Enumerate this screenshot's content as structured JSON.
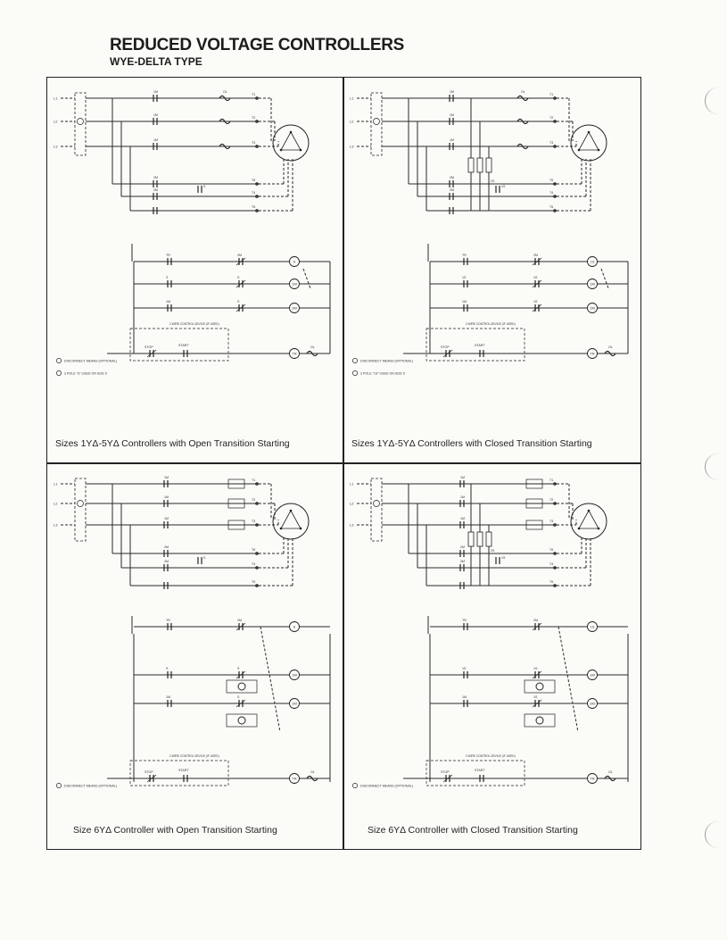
{
  "header": {
    "title": "REDUCED VOLTAGE CONTROLLERS",
    "subtitle": "WYE-DELTA TYPE"
  },
  "panels": [
    {
      "caption": "Sizes 1YΔ-5YΔ Controllers with Open Transition Starting",
      "lines": [
        "L1",
        "L2",
        "L3"
      ],
      "terminals": [
        "T1",
        "T2",
        "T3",
        "T6",
        "T4",
        "T5"
      ],
      "contacts": {
        "main": "1M",
        "delta": "2M",
        "overload": "OL",
        "timer": "TR",
        "start": "S"
      },
      "control": {
        "stop": "STOP",
        "start": "START",
        "wire_device": "2 WIRE CONTROL DEVICE (IF USED)"
      },
      "notes": [
        "DISCONNECT MEANS (OPTIONAL)",
        "3 POLE \"S\" USED ON SIZE 5"
      ]
    },
    {
      "caption": "Sizes 1YΔ-5YΔ Controllers with Closed Transition Starting",
      "lines": [
        "L1",
        "L2",
        "L3"
      ],
      "terminals": [
        "T1",
        "T2",
        "T3",
        "T6",
        "T4",
        "T5"
      ],
      "contacts": {
        "main": "1M",
        "delta": "2M",
        "overload": "OL",
        "timer": "TR",
        "start": "1S",
        "start2": "2S"
      },
      "control": {
        "stop": "STOP",
        "start": "START",
        "wire_device": "2 WIRE CONTROL DEVICE (IF USED)"
      },
      "notes": [
        "DISCONNECT MEANS (OPTIONAL)",
        "3 POLE \"1S\" USED ON SIZE 5"
      ]
    },
    {
      "caption": "Size 6YΔ Controller with Open Transition Starting",
      "lines": [
        "L1",
        "L2",
        "L3"
      ],
      "terminals": [
        "T1",
        "T2",
        "T3",
        "T6",
        "T4",
        "T5"
      ],
      "contacts": {
        "main": "1M",
        "delta": "2M",
        "overload": "OL",
        "timer": "TR",
        "start": "S"
      },
      "control": {
        "stop": "STOP",
        "start": "START",
        "wire_device": "2 WIRE CONTROL DEVICE (IF USED)"
      },
      "notes": [
        "DISCONNECT MEANS (OPTIONAL)"
      ]
    },
    {
      "caption": "Size 6YΔ Controller with Closed Transition Starting",
      "lines": [
        "L1",
        "L2",
        "L3"
      ],
      "terminals": [
        "T1",
        "T2",
        "T3",
        "T6",
        "T4",
        "T5"
      ],
      "contacts": {
        "main": "1M",
        "delta": "2M",
        "overload": "OL",
        "timer": "TR",
        "start": "1S",
        "start2": "2S"
      },
      "control": {
        "stop": "STOP",
        "start": "START",
        "wire_device": "2 WIRE CONTROL DEVICE (IF USED)"
      },
      "notes": [
        "DISCONNECT MEANS (OPTIONAL)"
      ]
    }
  ]
}
